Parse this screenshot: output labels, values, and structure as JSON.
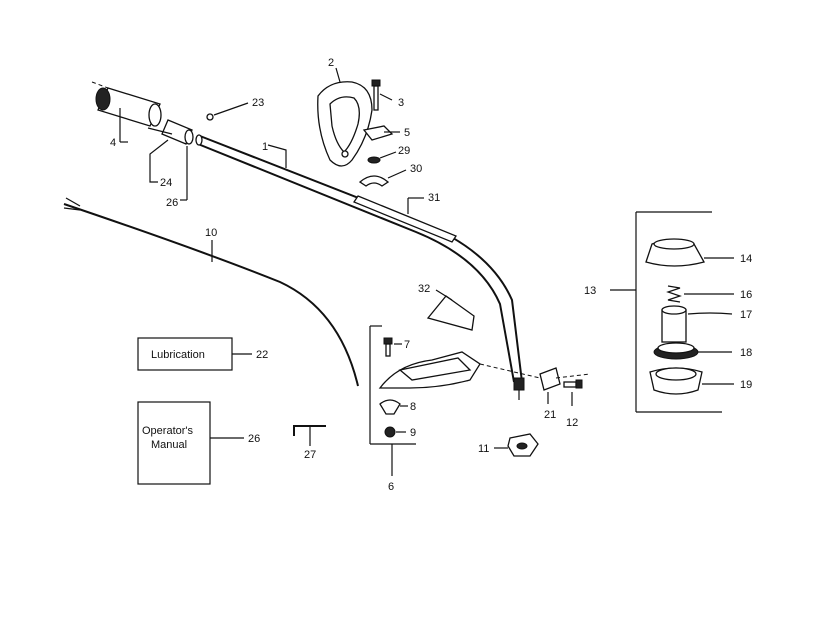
{
  "labels": {
    "p1": "1",
    "p2": "2",
    "p3": "3",
    "p4": "4",
    "p5": "5",
    "p6": "6",
    "p7": "7",
    "p8": "8",
    "p9": "9",
    "p10": "10",
    "p11": "11",
    "p12": "12",
    "p13": "13",
    "p14": "14",
    "p16": "16",
    "p17": "17",
    "p18": "18",
    "p19": "19",
    "p21": "21",
    "p22": "22",
    "p23": "23",
    "p24": "24",
    "p26a": "26",
    "p26b": "26",
    "p27": "27",
    "p29": "29",
    "p30": "30",
    "p31": "31",
    "p32": "32"
  },
  "boxes": {
    "lubrication": "Lubrication",
    "manual_line1": "Operator's",
    "manual_line2": "Manual"
  }
}
